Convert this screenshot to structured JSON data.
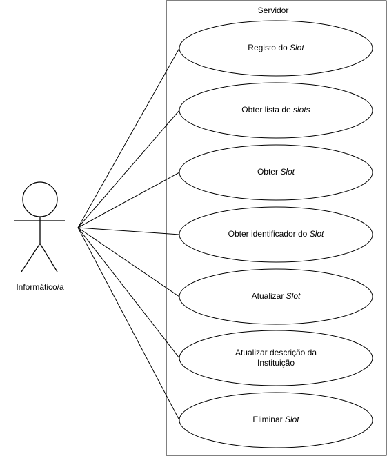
{
  "system": {
    "label": "Servidor"
  },
  "actor": {
    "label": "Informático/a"
  },
  "use_cases": [
    {
      "parts": [
        {
          "text": "Registo do ",
          "italic": false
        },
        {
          "text": "Slot",
          "italic": true
        }
      ]
    },
    {
      "parts": [
        {
          "text": "Obter lista de ",
          "italic": false
        },
        {
          "text": "slots",
          "italic": true
        }
      ]
    },
    {
      "parts": [
        {
          "text": "Obter ",
          "italic": false
        },
        {
          "text": "Slot",
          "italic": true
        }
      ]
    },
    {
      "parts": [
        {
          "text": "Obter identificador do ",
          "italic": false
        },
        {
          "text": "Slot",
          "italic": true
        }
      ]
    },
    {
      "parts": [
        {
          "text": "Atualizar ",
          "italic": false
        },
        {
          "text": "Slot",
          "italic": true
        }
      ]
    },
    {
      "parts": [
        {
          "text": "Atualizar descrição da",
          "italic": false
        },
        {
          "text": "Instituição",
          "italic": false,
          "newline": true
        }
      ]
    },
    {
      "parts": [
        {
          "text": "Eliminar ",
          "italic": false
        },
        {
          "text": "Slot",
          "italic": true
        }
      ]
    }
  ],
  "colors": {
    "stroke": "#000000",
    "fill": "#ffffff"
  }
}
